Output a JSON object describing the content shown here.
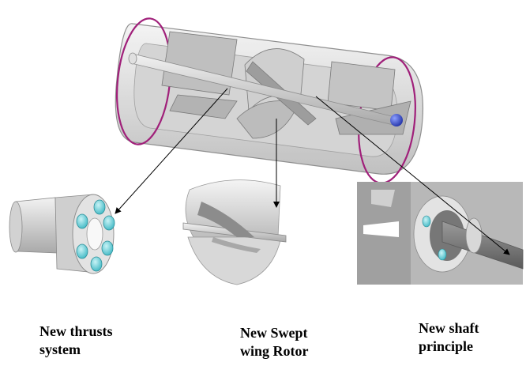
{
  "captions": {
    "thrust": {
      "line1": "New thrusts",
      "line2": "system"
    },
    "rotor": {
      "line1": "New Swept",
      "line2": "wing Rotor"
    },
    "shaft": {
      "line1": "New shaft",
      "line2": "principle"
    }
  },
  "colors": {
    "body_fill": "#e6e6e6",
    "part_gray": "#c8c8c8",
    "ring_magenta": "#a0207a",
    "ball_blue": "#3b4fd0",
    "bearing_cyan": "#6fd6df",
    "arrow": "#000000"
  }
}
